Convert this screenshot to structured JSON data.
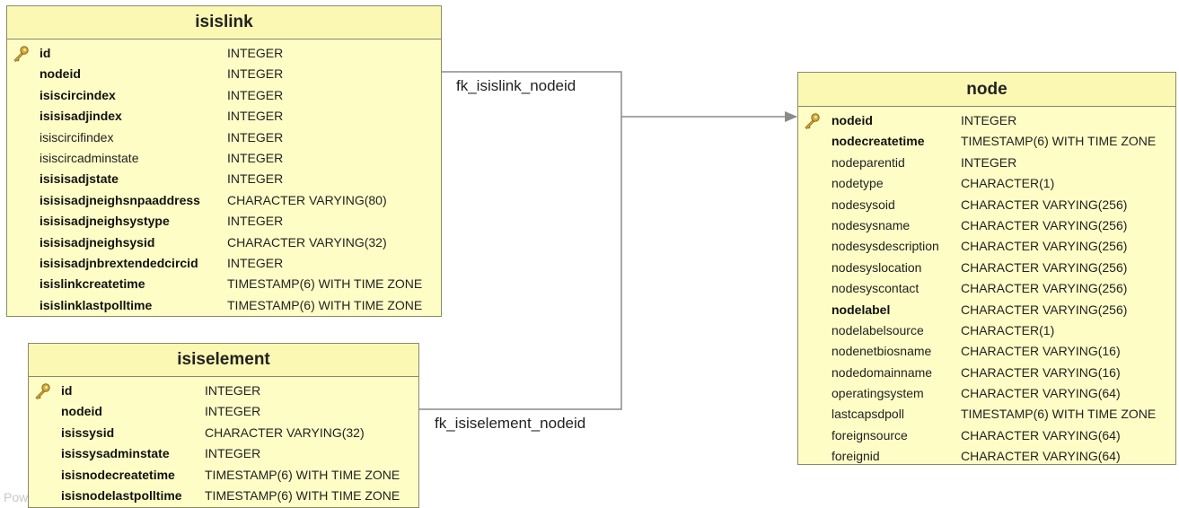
{
  "footer": "Pow",
  "relationships": [
    {
      "name": "fk_isislink_nodeid"
    },
    {
      "name": "fk_isiselement_nodeid"
    }
  ],
  "colors": {
    "table_fill": "#fefdc6",
    "table_border": "#8a8a6a",
    "line": "#888888"
  },
  "tables": {
    "isislink": {
      "name": "isislink",
      "columns": [
        {
          "name": "id",
          "type": "INTEGER",
          "pk": true,
          "bold": true
        },
        {
          "name": "nodeid",
          "type": "INTEGER",
          "pk": false,
          "bold": true
        },
        {
          "name": "isiscircindex",
          "type": "INTEGER",
          "pk": false,
          "bold": true
        },
        {
          "name": "isisisadjindex",
          "type": "INTEGER",
          "pk": false,
          "bold": true
        },
        {
          "name": "isiscircifindex",
          "type": "INTEGER",
          "pk": false,
          "bold": false
        },
        {
          "name": "isiscircadminstate",
          "type": "INTEGER",
          "pk": false,
          "bold": false
        },
        {
          "name": "isisisadjstate",
          "type": "INTEGER",
          "pk": false,
          "bold": true
        },
        {
          "name": "isisisadjneighsnpaaddress",
          "type": "CHARACTER VARYING(80)",
          "pk": false,
          "bold": true
        },
        {
          "name": "isisisadjneighsystype",
          "type": "INTEGER",
          "pk": false,
          "bold": true
        },
        {
          "name": "isisisadjneighsysid",
          "type": "CHARACTER VARYING(32)",
          "pk": false,
          "bold": true
        },
        {
          "name": "isisisadjnbrextendedcircid",
          "type": "INTEGER",
          "pk": false,
          "bold": true
        },
        {
          "name": "isislinkcreatetime",
          "type": "TIMESTAMP(6) WITH TIME ZONE",
          "pk": false,
          "bold": true
        },
        {
          "name": "isislinklastpolltime",
          "type": "TIMESTAMP(6) WITH TIME ZONE",
          "pk": false,
          "bold": true
        }
      ]
    },
    "isiselement": {
      "name": "isiselement",
      "columns": [
        {
          "name": "id",
          "type": "INTEGER",
          "pk": true,
          "bold": true
        },
        {
          "name": "nodeid",
          "type": "INTEGER",
          "pk": false,
          "bold": true
        },
        {
          "name": "isissysid",
          "type": "CHARACTER VARYING(32)",
          "pk": false,
          "bold": true
        },
        {
          "name": "isissysadminstate",
          "type": "INTEGER",
          "pk": false,
          "bold": true
        },
        {
          "name": "isisnodecreatetime",
          "type": "TIMESTAMP(6) WITH TIME ZONE",
          "pk": false,
          "bold": true
        },
        {
          "name": "isisnodelastpolltime",
          "type": "TIMESTAMP(6) WITH TIME ZONE",
          "pk": false,
          "bold": true
        }
      ]
    },
    "node": {
      "name": "node",
      "columns": [
        {
          "name": "nodeid",
          "type": "INTEGER",
          "pk": true,
          "bold": true
        },
        {
          "name": "nodecreatetime",
          "type": "TIMESTAMP(6) WITH TIME ZONE",
          "pk": false,
          "bold": true
        },
        {
          "name": "nodeparentid",
          "type": "INTEGER",
          "pk": false,
          "bold": false
        },
        {
          "name": "nodetype",
          "type": "CHARACTER(1)",
          "pk": false,
          "bold": false
        },
        {
          "name": "nodesysoid",
          "type": "CHARACTER VARYING(256)",
          "pk": false,
          "bold": false
        },
        {
          "name": "nodesysname",
          "type": "CHARACTER VARYING(256)",
          "pk": false,
          "bold": false
        },
        {
          "name": "nodesysdescription",
          "type": "CHARACTER VARYING(256)",
          "pk": false,
          "bold": false
        },
        {
          "name": "nodesyslocation",
          "type": "CHARACTER VARYING(256)",
          "pk": false,
          "bold": false
        },
        {
          "name": "nodesyscontact",
          "type": "CHARACTER VARYING(256)",
          "pk": false,
          "bold": false
        },
        {
          "name": "nodelabel",
          "type": "CHARACTER VARYING(256)",
          "pk": false,
          "bold": true
        },
        {
          "name": "nodelabelsource",
          "type": "CHARACTER(1)",
          "pk": false,
          "bold": false
        },
        {
          "name": "nodenetbiosname",
          "type": "CHARACTER VARYING(16)",
          "pk": false,
          "bold": false
        },
        {
          "name": "nodedomainname",
          "type": "CHARACTER VARYING(16)",
          "pk": false,
          "bold": false
        },
        {
          "name": "operatingsystem",
          "type": "CHARACTER VARYING(64)",
          "pk": false,
          "bold": false
        },
        {
          "name": "lastcapsdpoll",
          "type": "TIMESTAMP(6) WITH TIME ZONE",
          "pk": false,
          "bold": false
        },
        {
          "name": "foreignsource",
          "type": "CHARACTER VARYING(64)",
          "pk": false,
          "bold": false
        },
        {
          "name": "foreignid",
          "type": "CHARACTER VARYING(64)",
          "pk": false,
          "bold": false
        }
      ]
    }
  }
}
